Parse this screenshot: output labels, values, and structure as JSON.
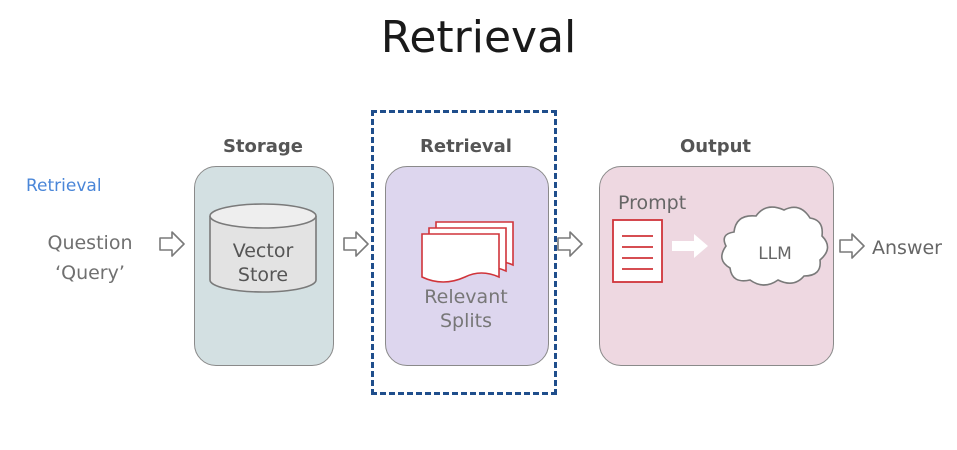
{
  "title": "Retrieval",
  "side_label": "Retrieval",
  "input": {
    "line1": "Question",
    "line2": "‘Query’"
  },
  "stages": {
    "storage": {
      "label": "Storage",
      "item_line1": "Vector",
      "item_line2": "Store"
    },
    "retrieval": {
      "label": "Retrieval",
      "item_line1": "Relevant",
      "item_line2": "Splits"
    },
    "output": {
      "label": "Output",
      "prompt_label": "Prompt",
      "llm_label": "LLM"
    }
  },
  "answer": "Answer",
  "colors": {
    "storage_fill": "#d3e0e2",
    "retrieval_fill": "#ddd6ee",
    "output_fill": "#eed8e1",
    "highlight_dash": "#1f4e8c",
    "doc_red": "#d0343a",
    "side_label": "#4a86d8"
  }
}
